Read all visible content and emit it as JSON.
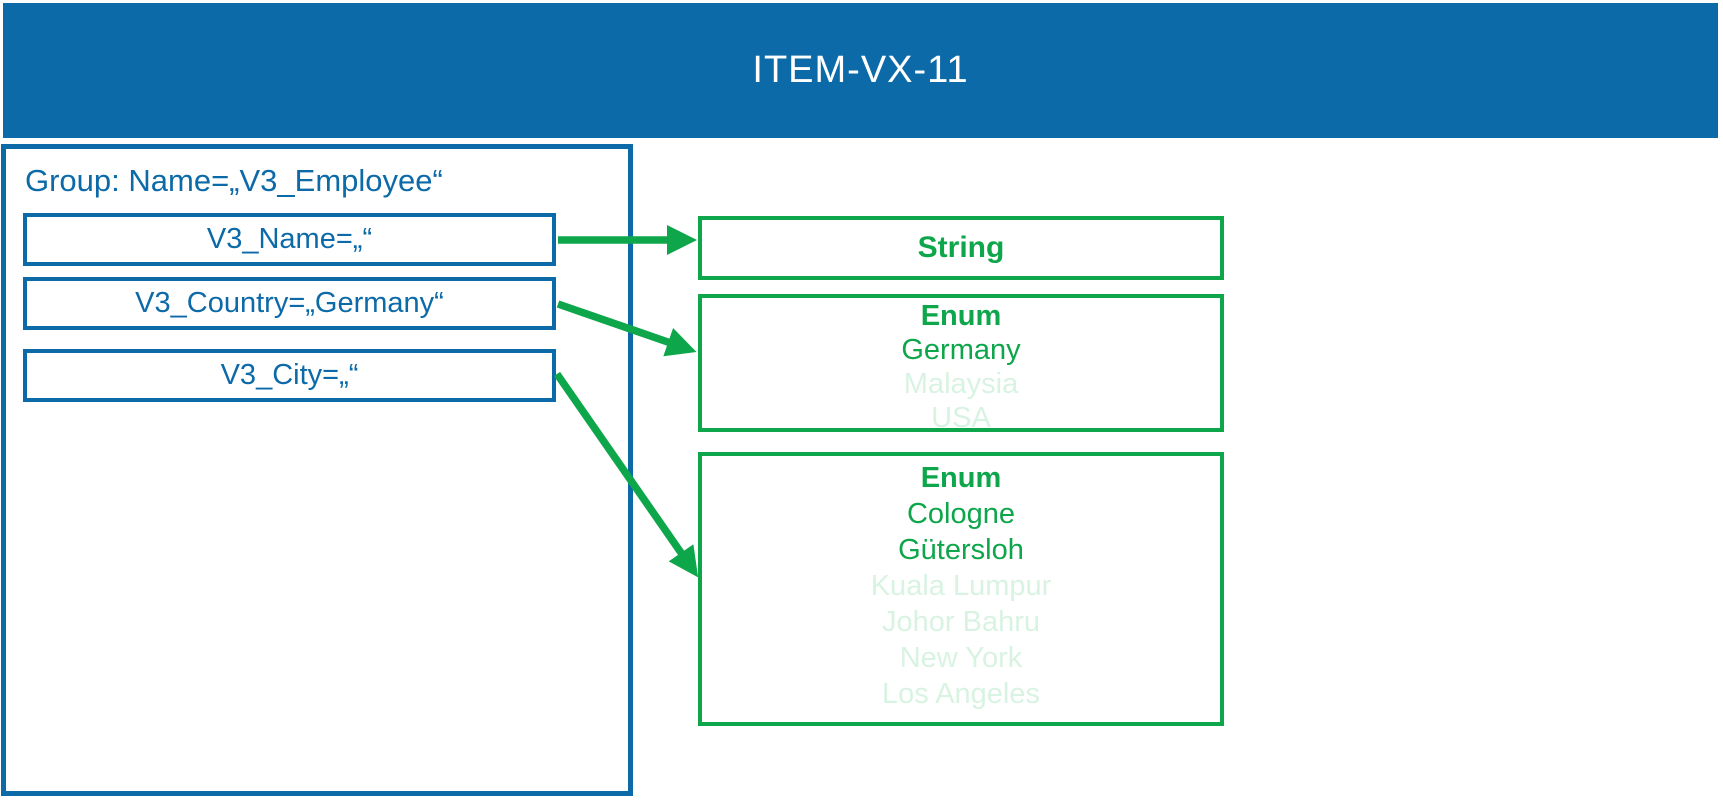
{
  "header": {
    "title": "ITEM-VX-11"
  },
  "group": {
    "label": "Group: Name=„V3_Employee“",
    "fields": [
      {
        "label": "V3_Name=„“"
      },
      {
        "label": "V3_Country=„Germany“"
      },
      {
        "label": "V3_City=„“"
      }
    ]
  },
  "types": [
    {
      "title": "String",
      "options": []
    },
    {
      "title": "Enum",
      "options": [
        {
          "label": "Germany",
          "active": true
        },
        {
          "label": "Malaysia",
          "active": false
        },
        {
          "label": "USA",
          "active": false
        }
      ]
    },
    {
      "title": "Enum",
      "options": [
        {
          "label": "Cologne",
          "active": true
        },
        {
          "label": "Gütersloh",
          "active": true
        },
        {
          "label": "Kuala Lumpur",
          "active": false
        },
        {
          "label": "Johor Bahru",
          "active": false
        },
        {
          "label": "New York",
          "active": false
        },
        {
          "label": "Los Angeles",
          "active": false
        }
      ]
    }
  ],
  "colors": {
    "primary_blue": "#0D6AA8",
    "accent_green": "#0EA64B",
    "inactive_green": "#D9F3E3",
    "header_text": "#ffffff"
  }
}
